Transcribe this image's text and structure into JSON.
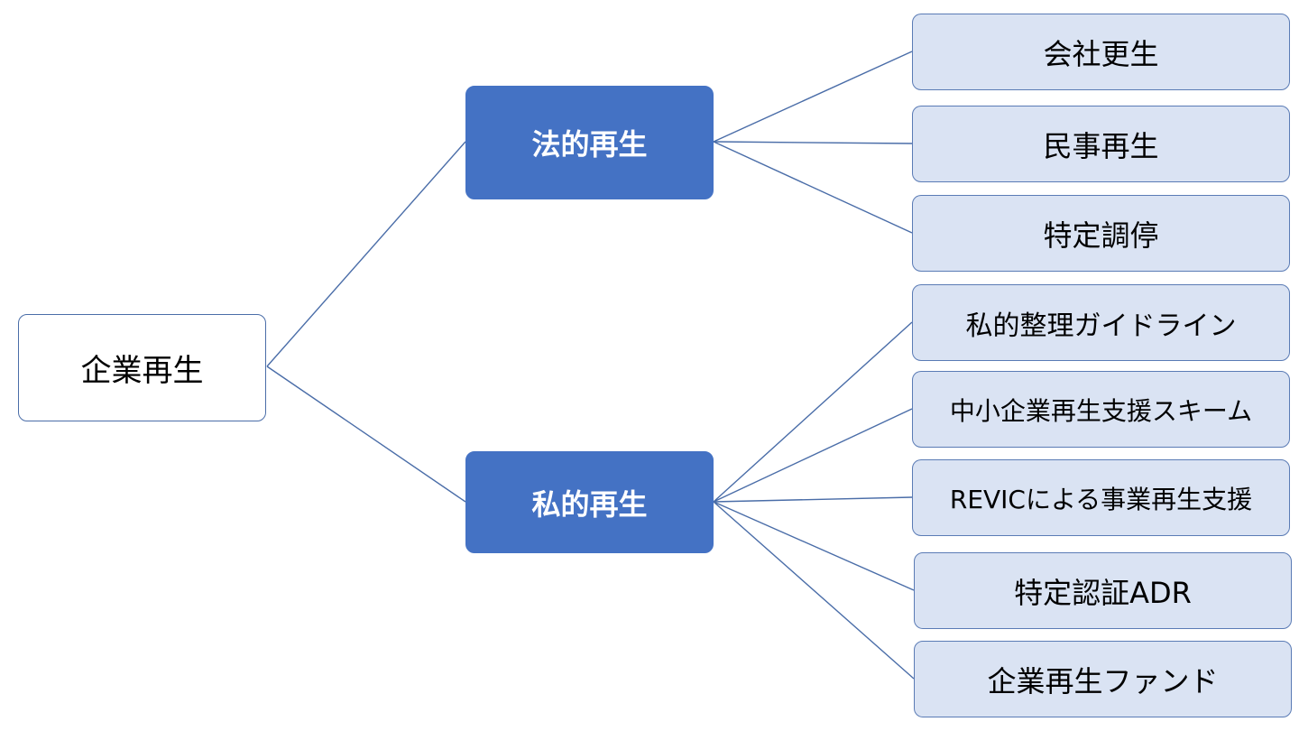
{
  "diagram": {
    "root": {
      "label": "企業再生"
    },
    "categories": [
      {
        "label": "法的再生",
        "items": [
          "会社更生",
          "民事再生",
          "特定調停"
        ]
      },
      {
        "label": "私的再生",
        "items": [
          "私的整理ガイドライン",
          "中小企業再生支援スキーム",
          "REVICによる事業再生支援",
          "特定認証ADR",
          "企業再生ファンド"
        ]
      }
    ],
    "colors": {
      "category_fill": "#4472c4",
      "leaf_fill": "#dae3f3",
      "connector": "#4a6da8",
      "root_fill": "#ffffff"
    }
  }
}
